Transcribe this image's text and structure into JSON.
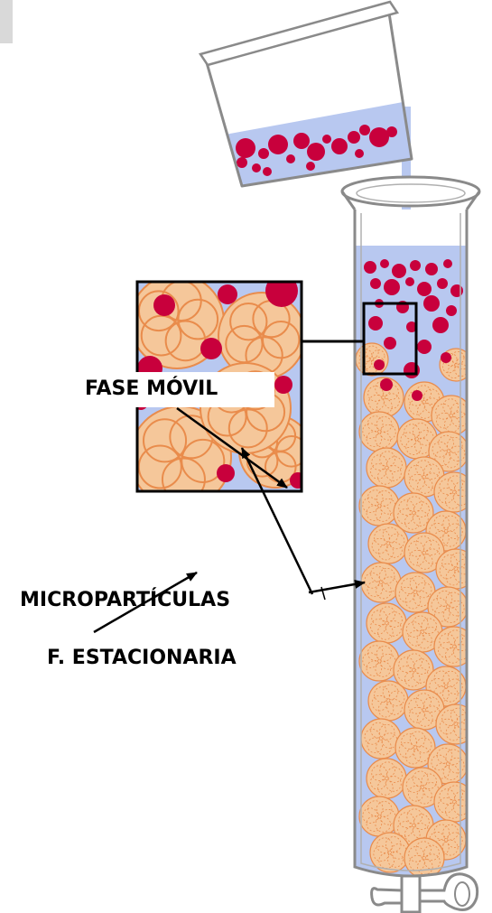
{
  "labels": {
    "mobile_phase": "FASE MÓVIL",
    "microparticles": "MICROPARTÍCULAS",
    "stationary_phase": "F. ESTACIONARIA"
  },
  "colors": {
    "eluent": "#b8c8f0",
    "sample_particle": "#c8003c",
    "packing_particle": "#f5c79a",
    "packing_texture": "#e98c4c",
    "glass_outline": "#8a8a8a"
  }
}
